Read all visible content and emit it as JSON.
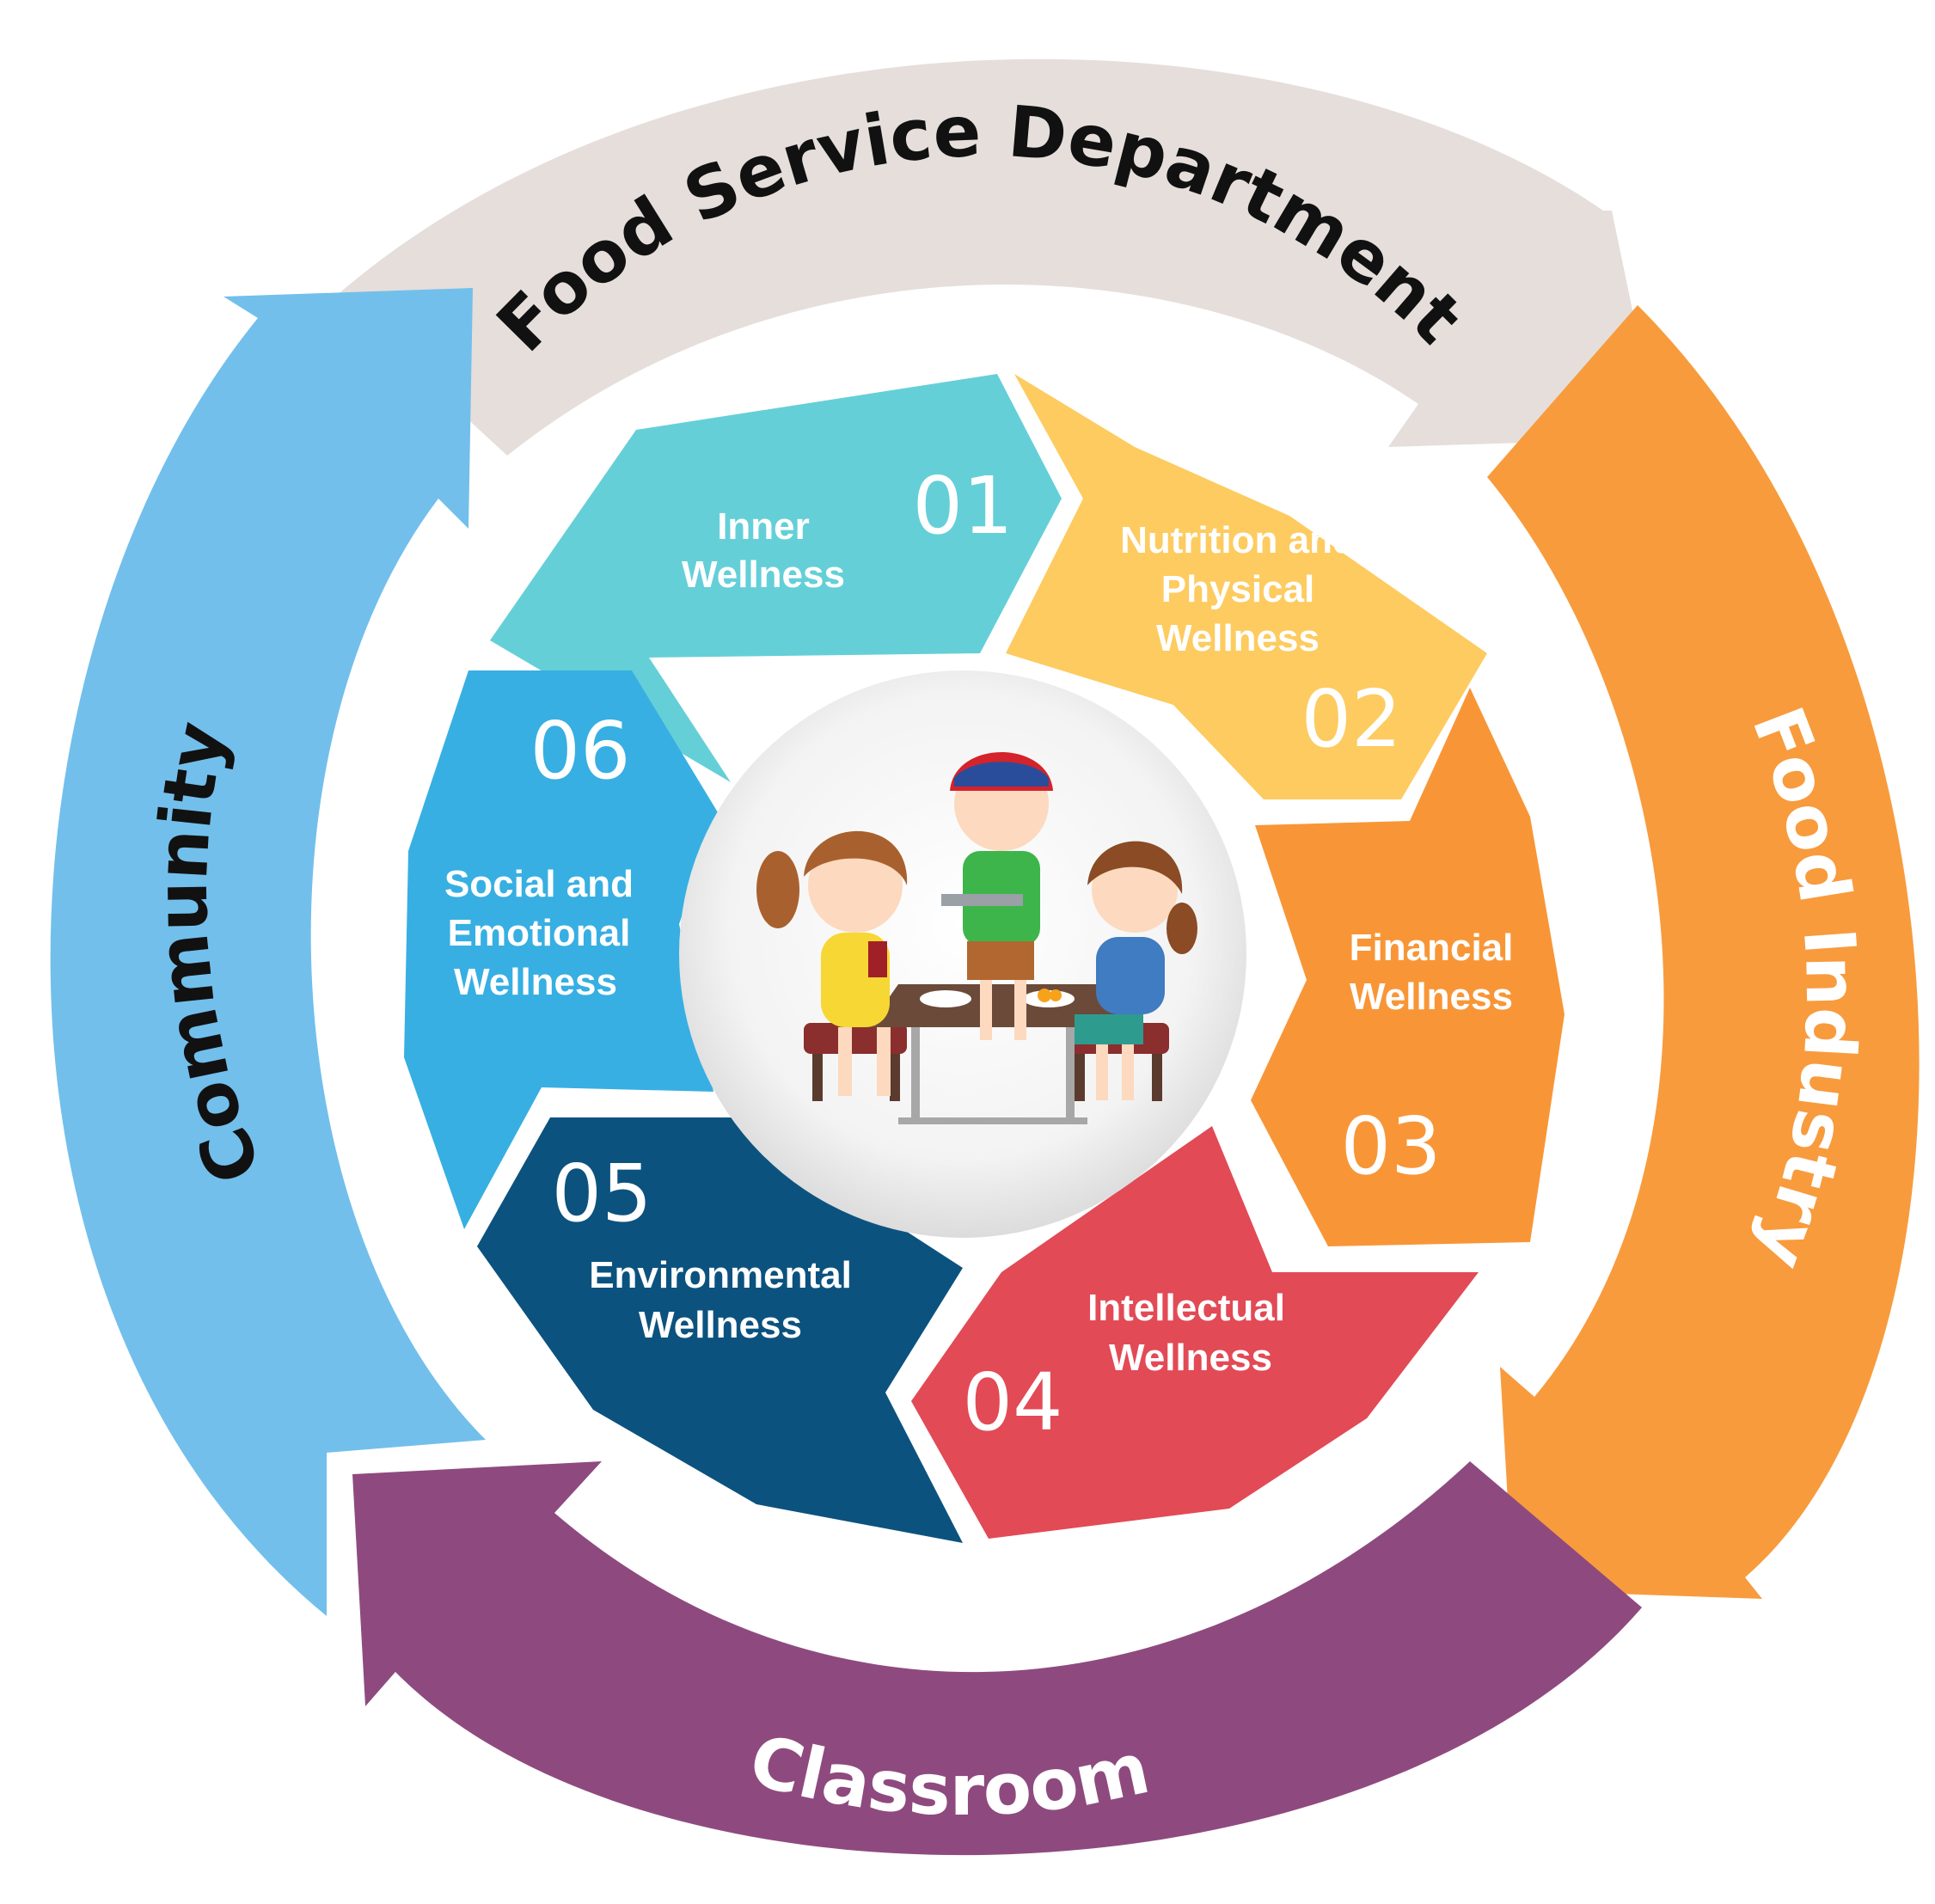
{
  "outer_ring": {
    "top": {
      "label": "Food Service Department",
      "color": "#e5dedb",
      "text_color": "#111111"
    },
    "right": {
      "label": "Food Industry",
      "color": "#f89b3d",
      "text_color": "#ffffff"
    },
    "bottom": {
      "label": "Classroom",
      "color": "#8e4a7f",
      "text_color": "#ffffff"
    },
    "left": {
      "label": "Community",
      "color": "#72bfec",
      "text_color": "#111111"
    }
  },
  "segments": [
    {
      "number": "01",
      "line1": "Inner",
      "line2": "Wellness",
      "line3": "",
      "color": "#65cfd8"
    },
    {
      "number": "02",
      "line1": "Nutrition and",
      "line2": "Physical",
      "line3": "Wellness",
      "color": "#fdcb5f"
    },
    {
      "number": "03",
      "line1": "Financial",
      "line2": "Wellness",
      "line3": "",
      "color": "#f89637"
    },
    {
      "number": "04",
      "line1": "Intellectual",
      "line2": "Wellness",
      "line3": "",
      "color": "#e24a56"
    },
    {
      "number": "05",
      "line1": "Environmental",
      "line2": "Wellness",
      "line3": "",
      "color": "#0c527f"
    },
    {
      "number": "06",
      "line1": "Social and",
      "line2": "Emotional",
      "line3": "Wellness",
      "color": "#37afe2"
    }
  ],
  "center_illustration": {
    "icon": "children-eating-lunch-illustration",
    "table_color": "#6b4a3a"
  }
}
